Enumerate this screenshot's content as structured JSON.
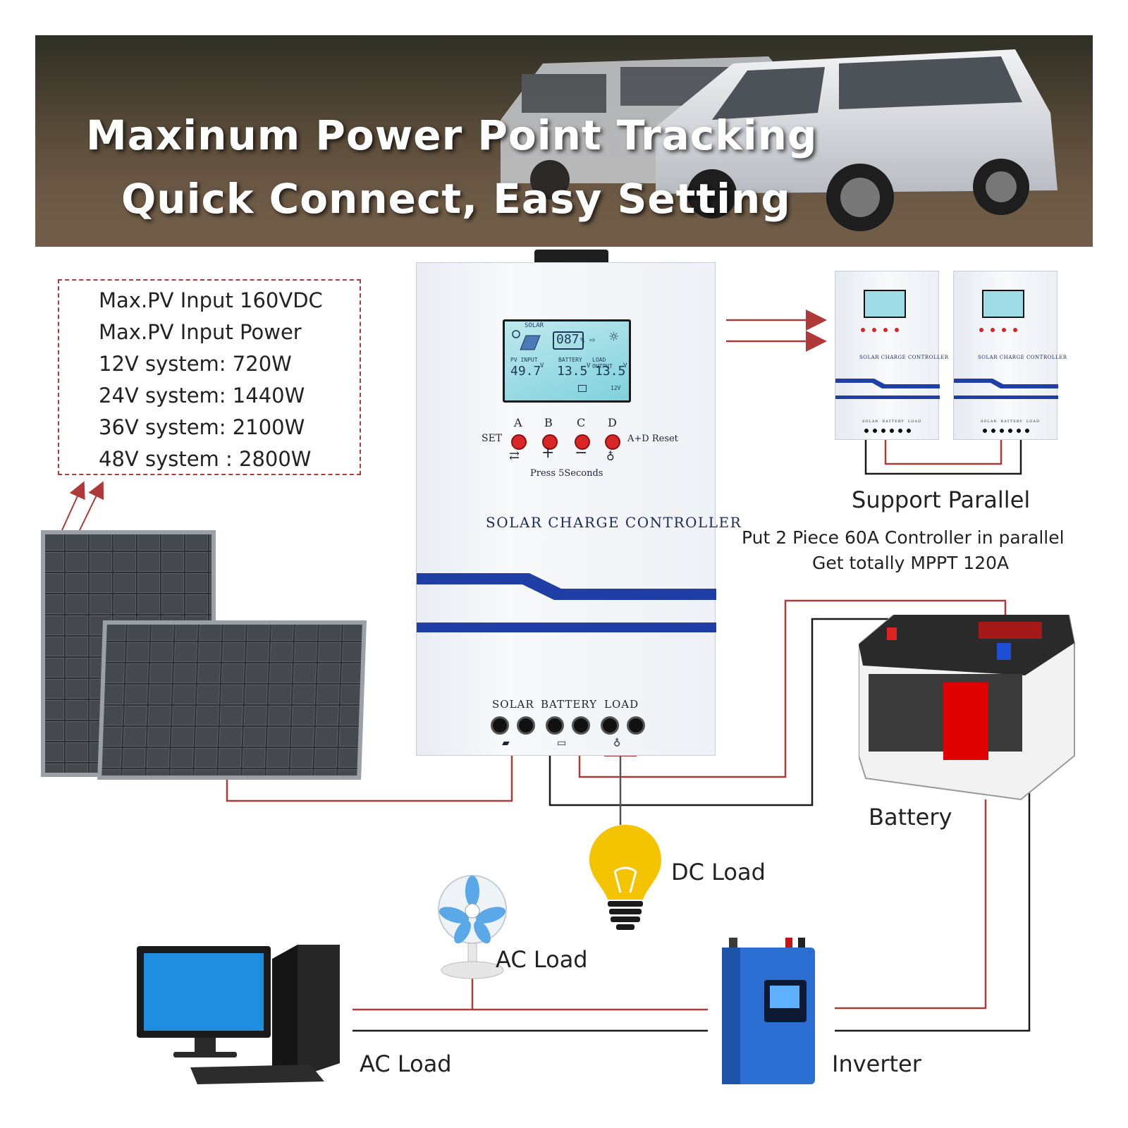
{
  "banner": {
    "line1": "Maxinum Power Point Tracking",
    "line2": "Quick Connect, Easy Setting"
  },
  "specs": [
    "Max.PV Input 160VDC",
    "Max.PV Input Power",
    "12V system: 720W",
    "24V system: 1440W",
    "36V system: 2100W",
    "48V system : 2800W"
  ],
  "controller": {
    "lcd": {
      "solar": "SOLAR",
      "percent": "087",
      "percent_unit": "%",
      "pv_input_label": "PV INPUT",
      "battery_label": "BATTERY",
      "load_output_label": "LOAD OUTPUT",
      "pv_value": "49.7",
      "battery_value": "13.5",
      "load_value": "13.5",
      "unit_v": "V",
      "system": "12V"
    },
    "buttons": {
      "a": "A",
      "b": "B",
      "c": "C",
      "d": "D",
      "set": "SET",
      "reset": "A+D Reset",
      "press": "Press 5Seconds",
      "plus": "+",
      "minus": "−"
    },
    "name": "SOLAR CHARGE CONTROLLER",
    "terminals": {
      "solar": "SOLAR",
      "battery": "BATTERY",
      "load": "LOAD"
    }
  },
  "mini_controller": {
    "name": "SOLAR CHARGE CONTROLLER",
    "terminals": "SOLAR  BATTERY  LOAD"
  },
  "labels": {
    "support_parallel": "Support Parallel",
    "parallel_line1": "Put 2 Piece 60A Controller in parallel",
    "parallel_line2": "Get totally MPPT 120A",
    "battery": "Battery",
    "dc_load": "DC Load",
    "ac_load_fan": "AC Load",
    "ac_load_pc": "AC Load",
    "inverter": "Inverter"
  },
  "colors": {
    "wire_red": "#b03a3a",
    "wire_black": "#1a1a1a",
    "stripe_blue": "#1f3fa6",
    "inverter_blue": "#2a6fd1",
    "bulb_yellow": "#f5c400"
  }
}
